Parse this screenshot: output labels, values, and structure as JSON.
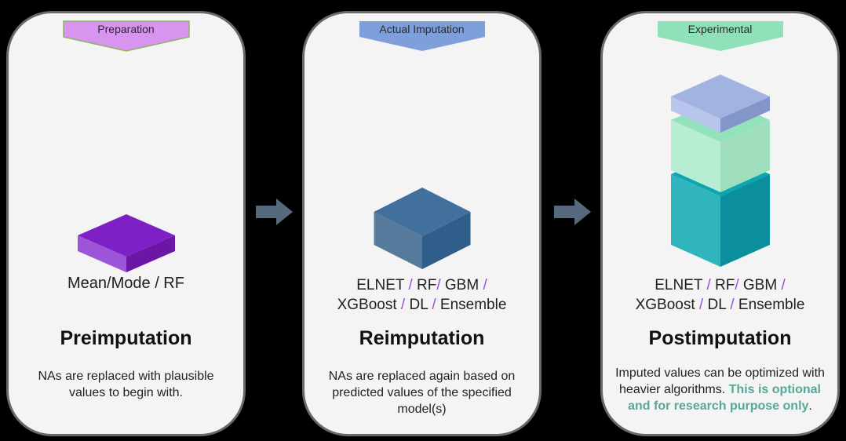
{
  "colors": {
    "background": "#000000",
    "card_bg": "#f4f4f4",
    "card_border": "#696969",
    "arrow": "#56697e",
    "arrow_stroke": "#3e4d5c",
    "slash_purple": "#9b4dd8",
    "highlight_teal": "#57a79a",
    "body_text": "#222222"
  },
  "arrows": [
    {
      "name": "arrow-1"
    },
    {
      "name": "arrow-2"
    }
  ],
  "cards": [
    {
      "banner": {
        "label": "Preparation",
        "fill": "#d795ef",
        "stroke": "#8cb45c"
      },
      "cube": {
        "type": "flat-slab",
        "top": "#7e20c6",
        "left": "#9c55d8",
        "right": "#6b16a5"
      },
      "methods_line1": "Mean/Mode / RF",
      "title": "Preimputation",
      "description": "NAs are replaced with plausible values to begin with."
    },
    {
      "banner": {
        "label": "Actual Imputation",
        "fill": "#7e9fd9",
        "stroke": "#7e9fd9"
      },
      "cube": {
        "type": "cube",
        "top": "#40709b",
        "left": "#567a9c",
        "right": "#2e5e89"
      },
      "methods_line1": "ELNET / RF/ GBM /",
      "methods_line2": "XGBoost / DL / Ensemble",
      "title": "Reimputation",
      "description": "NAs are replaced again based on predicted values of the specified model(s)"
    },
    {
      "banner": {
        "label": "Experimental",
        "fill": "#90e0b9",
        "stroke": "#90e0b9"
      },
      "stack": {
        "slab": {
          "top": "#a2b3e2",
          "left": "#b9c5ed",
          "right": "#8495ca"
        },
        "mint": {
          "top": "#92e2bb",
          "left": "#b7edd2",
          "right": "#9fdfbd"
        },
        "teal": {
          "top": "#0da5b2",
          "left": "#31b5bd",
          "right": "#0c8f9d"
        }
      },
      "methods_line1": "ELNET / RF/ GBM /",
      "methods_line2": "XGBoost / DL / Ensemble",
      "title": "Postimputation",
      "description_plain": "Imputed values can be optimized with heavier algorithms. ",
      "description_highlight": "This is optional and for research purpose only",
      "description_suffix": "."
    }
  ]
}
